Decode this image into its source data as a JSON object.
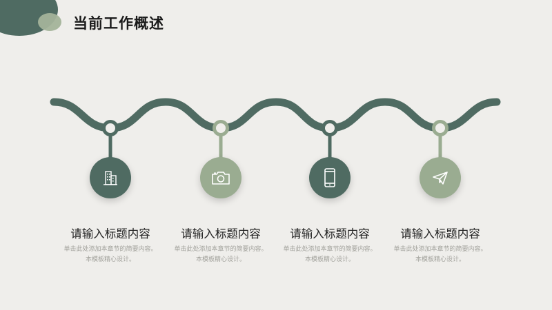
{
  "header": {
    "title": "当前工作概述"
  },
  "colors": {
    "dark_green": "#4f6b62",
    "light_green": "#9aac91",
    "background": "#efeeeb"
  },
  "steps": [
    {
      "title": "请输入标题内容",
      "desc": "单击此处添加本章节的简要内容。本模板精心设计。",
      "icon": "building-icon",
      "color": "#4f6b62"
    },
    {
      "title": "请输入标题内容",
      "desc": "单击此处添加本章节的简要内容。本模板精心设计。",
      "icon": "camera-icon",
      "color": "#9aac91"
    },
    {
      "title": "请输入标题内容",
      "desc": "单击此处添加本章节的简要内容。本模板精心设计。",
      "icon": "phone-icon",
      "color": "#4f6b62"
    },
    {
      "title": "请输入标题内容",
      "desc": "单击此处添加本章节的简要内容。本模板精心设计。",
      "icon": "paper-plane-icon",
      "color": "#9aac91"
    }
  ]
}
